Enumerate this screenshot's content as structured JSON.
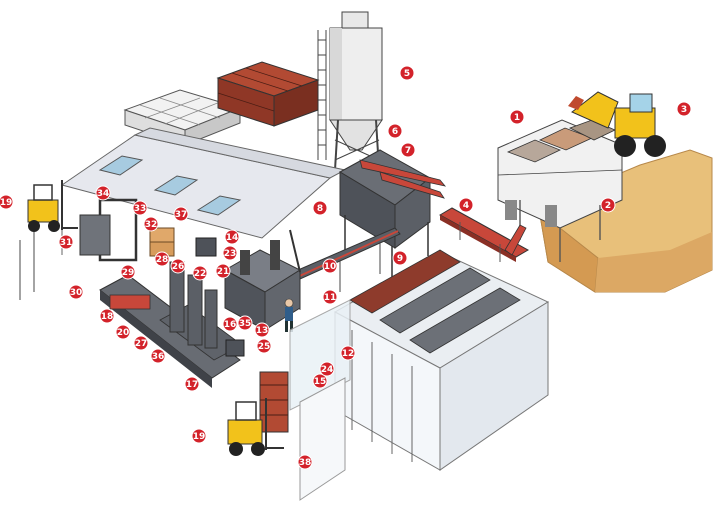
{
  "colors": {
    "sand": "#e8c07a",
    "sand_shade": "#d49a52",
    "roof": "#e6e8ee",
    "steel": "#5b5f66",
    "conveyor_red": "#c8473a",
    "forklift_yellow": "#f2c21b",
    "callout_red": "#d3222a",
    "glass": "#e9f1f6",
    "block_red": "#b24a33",
    "pallet_white": "#f2f2f2"
  },
  "icons": {
    "loader": "wheel-loader-icon",
    "forklift": "forklift-icon",
    "operator": "operator-icon"
  },
  "callouts": {
    "c1": "1",
    "c2": "2",
    "c3": "3",
    "c4": "4",
    "c5": "5",
    "c6": "6",
    "c7": "7",
    "c8": "8",
    "c9": "9",
    "c10": "10",
    "c11": "11",
    "c12": "12",
    "c13": "13",
    "c14": "14",
    "c15": "15",
    "c16": "16",
    "c17": "17",
    "c18": "18",
    "c19a": "19",
    "c19b": "19",
    "c20": "20",
    "c21": "21",
    "c22": "22",
    "c23": "23",
    "c24": "24",
    "c25": "25",
    "c26": "26",
    "c27": "27",
    "c28": "28",
    "c29": "29",
    "c30": "30",
    "c31": "31",
    "c32": "32",
    "c33": "33",
    "c34": "34",
    "c35": "35",
    "c36": "36",
    "c37": "37",
    "c38": "38"
  }
}
